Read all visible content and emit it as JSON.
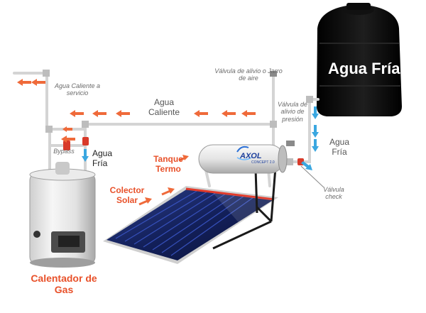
{
  "labels": {
    "tank": "Agua Fría",
    "hot_service": "Agua Caliente a servicio",
    "relief_top": "Válvula de alivio o Jarro de aire",
    "hot_main": "Agua Caliente",
    "relief_pressure": "Válvula de alivio de presión",
    "cold_right": "Agua Fría",
    "bypass": "Bypass",
    "cold_left": "Agua Fría",
    "termo": "Tanque Termo",
    "collector": "Colector Solar",
    "check": "Válvula check",
    "heater": "Calentador de Gas",
    "brand": "AXOL",
    "brand_sub": "CONCEPT 2.0"
  },
  "colors": {
    "accent_red": "#e8512a",
    "arrow_orange": "#ef6a3a",
    "arrow_blue": "#3aa7e0",
    "pipe": "#d4d4d4",
    "tank": "#0b0b0b",
    "panel": "#1b2a66"
  }
}
